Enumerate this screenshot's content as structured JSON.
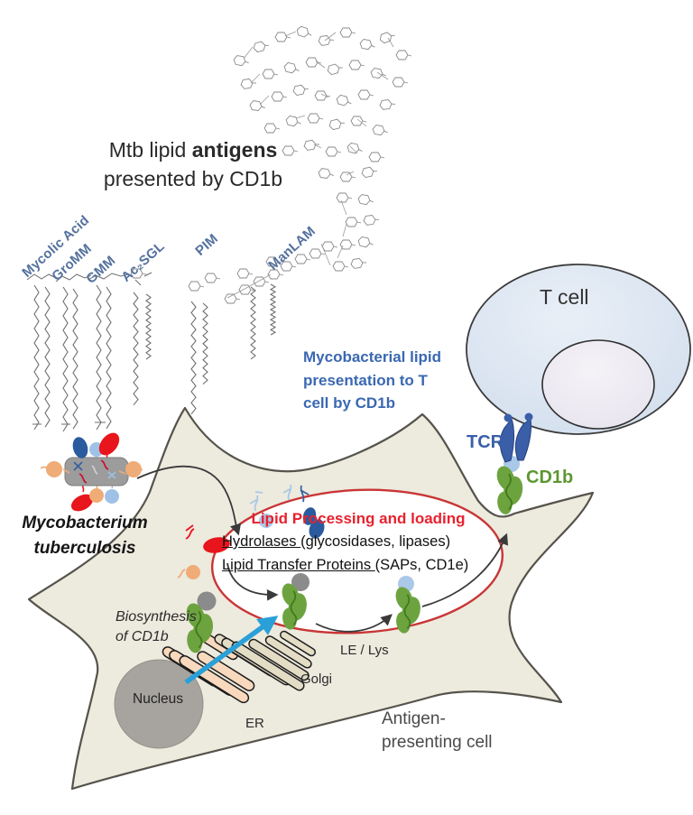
{
  "figure": {
    "title": {
      "prefix": "Mtb lipid ",
      "bold": "antigens",
      "line2": "presented by CD1b"
    },
    "antigen_labels": [
      "Mycolic Acid",
      "GroMM",
      "GMM",
      "Ac₂SGL",
      "PIM",
      "ManLAM"
    ],
    "bacterium": {
      "name_line1": "Mycobacterium",
      "name_line2": "tuberculosis"
    },
    "presentation_caption": {
      "line1": "Mycobacterial lipid",
      "line2": "presentation to T",
      "line3": "cell by CD1b"
    },
    "t_cell": {
      "label": "T cell",
      "tcr": "TCR",
      "cd1b": "CD1b"
    },
    "processing": {
      "title": "Lipid Processing and loading",
      "hydrolases": "Hydrolases ",
      "hydrolases_detail": "(glycosidases, lipases)",
      "ltp": "Lipid Transfer Proteins ",
      "ltp_detail": "(SAPs, CD1e)"
    },
    "biosynthesis": {
      "line1": "Biosynthesis",
      "line2": "of CD1b"
    },
    "organelles": {
      "nucleus": "Nucleus",
      "er": "ER",
      "golgi": "Golgi",
      "le_lys": "LE / Lys"
    },
    "apc": {
      "line1": "Antigen-",
      "line2": "presenting cell"
    },
    "colors": {
      "label_blue": "#53719e",
      "caption_blue": "#3a68b2",
      "tcr_blue": "#3a5fa8",
      "cd1b_green": "#6da33f",
      "cd1b_label_green": "#5d9732",
      "processing_red": "#e8212e",
      "ellipse_stroke_red": "#c93535",
      "apc_fill": "#edeade",
      "t_cell_fill": "#dfe7f1",
      "nucleus_gray": "#a7a4a0",
      "er_pink": "#f8d9bd",
      "golgi_tan": "#e4ddc5",
      "biosynthesis_arrow_blue": "#2aa0d8",
      "lipid_red": "#e8151c",
      "lipid_dark_blue": "#2a5b9e",
      "lipid_light_blue": "#aac8e8",
      "lipid_orange": "#efac77"
    }
  }
}
